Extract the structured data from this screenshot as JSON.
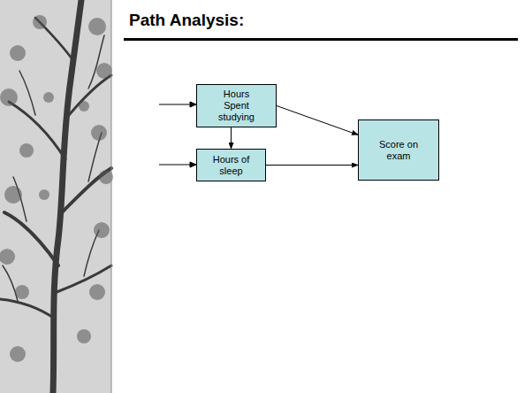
{
  "diagram": {
    "title": "Path Analysis:",
    "nodes": [
      {
        "text": [
          "Hours Spent studying"
        ]
      },
      {
        "text": [
          "Hours of sleep"
        ]
      },
      {
        "text": [
          "Score on exam"
        ]
      }
    ],
    "edges": [
      {
        "from": 0,
        "to": 1,
        "arrow": "to"
      },
      {
        "from": 0,
        "to": 2,
        "arrow": "to"
      },
      {
        "from": 1,
        "to": 2,
        "arrow": "to"
      }
    ]
  }
}
